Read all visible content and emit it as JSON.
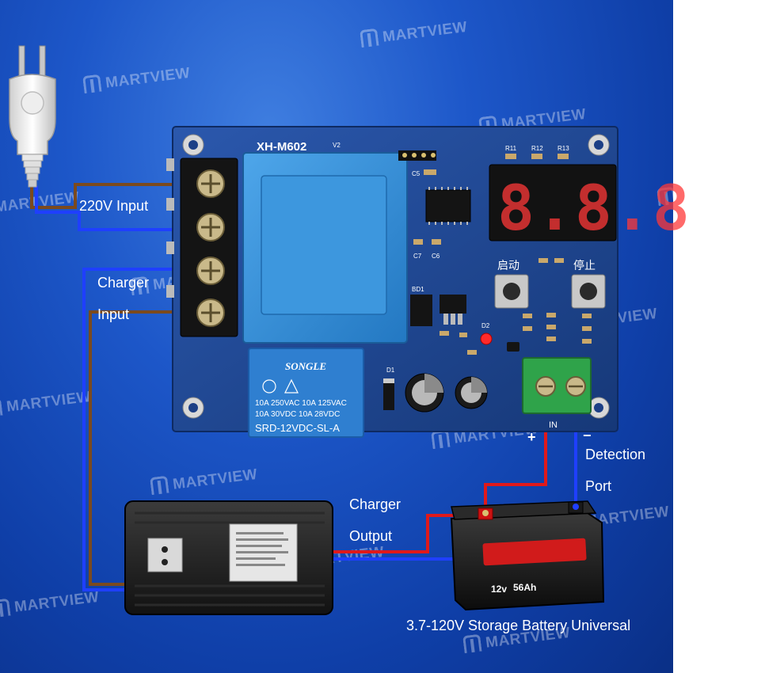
{
  "watermark": "MARTVIEW",
  "labels": {
    "input_220v": "220V Input",
    "charger_input_line1": "Charger",
    "charger_input_line2": "Input",
    "charger_output_line1": "Charger",
    "charger_output_line2": "Output",
    "detection_line1": "Detection",
    "detection_line2": "Port",
    "battery_caption": "3.7-120V Storage Battery Universal"
  },
  "board": {
    "model": "XH-M602",
    "version": "V2",
    "button_start": "启动",
    "button_stop": "停止",
    "display_digits": "8.8.8",
    "terminal_in_label": "IN",
    "plus_sign": "+",
    "minus_sign": "−",
    "silk_r11": "R11",
    "silk_r12": "R12",
    "silk_r13": "R13",
    "silk_c5": "C5",
    "silk_c7": "C7",
    "silk_c6": "C6",
    "silk_bd1": "BD1",
    "silk_d2": "D2",
    "silk_d1": "D1"
  },
  "relay": {
    "brand": "SONGLE",
    "rating_1": "10A 250VAC  10A 125VAC",
    "rating_2": "10A 30VDC  10A 28VDC",
    "model": "SRD-12VDC-SL-A"
  },
  "battery": {
    "voltage": "12v",
    "capacity": "56Ah"
  },
  "colors": {
    "background": "#1d57c9",
    "pcb": "#1c3f86",
    "transformer": "#2e86d1",
    "wire_brown": "#7b4a1e",
    "wire_blue": "#1f3fff",
    "wire_red": "#e0191b",
    "terminal_green": "#2fa34a"
  }
}
